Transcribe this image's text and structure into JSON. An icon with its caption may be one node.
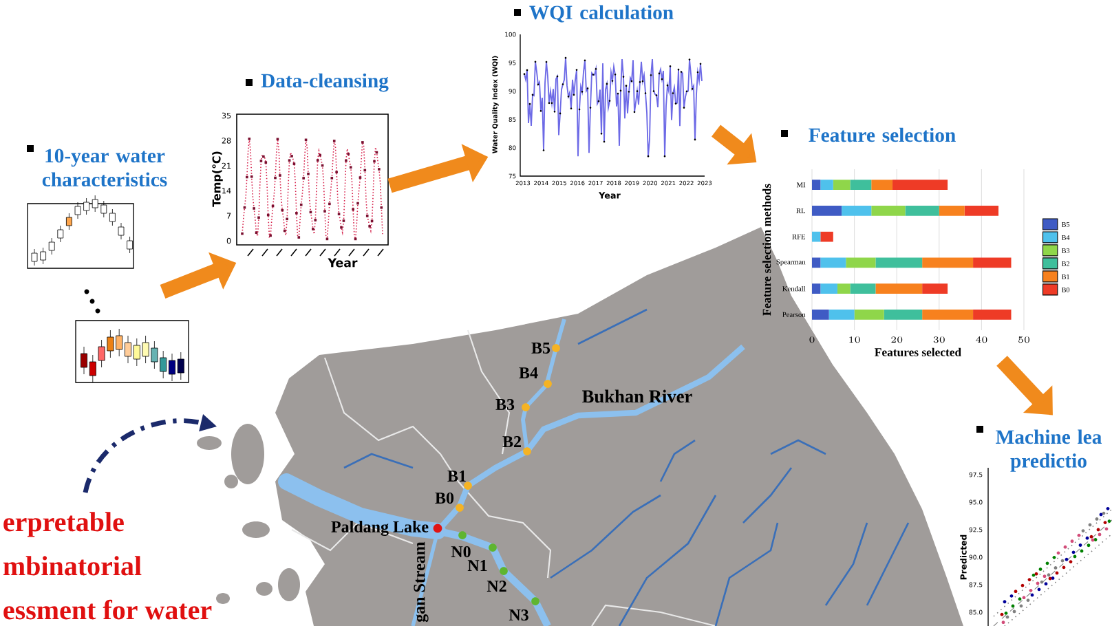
{
  "diagram": {
    "nodes": [
      {
        "text": [
          "10-year water characteristics"
        ]
      },
      {
        "text": [
          "Data-cleansing"
        ]
      },
      {
        "text": [
          "WQI calculation"
        ]
      },
      {
        "text": [
          "Feature selection"
        ]
      },
      {
        "text": [
          "Machine lea predictio"
        ]
      },
      {
        "text": [],
        "shape": "picture"
      }
    ],
    "edges": [
      {
        "from": 0,
        "to": 1,
        "arrow": "to"
      },
      {
        "from": 1,
        "to": 2,
        "arrow": "to"
      },
      {
        "from": 2,
        "to": 3,
        "arrow": "to"
      },
      {
        "from": 3,
        "to": 4,
        "arrow": "to"
      },
      {
        "from": null,
        "to": 5,
        "arrow": "to",
        "style": "dashed",
        "color": "#1b2a6b"
      }
    ],
    "labels": [
      "Temp(℃)",
      "35",
      "28",
      "21",
      "14",
      "7",
      "0",
      "Year",
      "Water Quality Index (WQI)",
      "100",
      "95",
      "90",
      "85",
      "80",
      "75",
      "2013",
      "2014",
      "2015",
      "2016",
      "2017",
      "2018",
      "2019",
      "2020",
      "2021",
      "2022",
      "2023",
      "Year",
      "B5",
      "B4",
      "Bukhan River",
      "B3",
      "B2",
      "B1",
      "B0",
      "Paldang Lake",
      "N0",
      "N1",
      "N2",
      "N3",
      "gan Stream",
      "97.5",
      "95.0",
      "92.5",
      "90.0",
      "87.5",
      "85.0",
      "Predicted",
      "erpretable",
      "mbinatorial",
      "essment for water"
    ],
    "chart_data": {
      "type": "bar",
      "orientation": "horizontal",
      "stacked": true,
      "xlabel": "Features selected",
      "ylabel": "Feature selection methods",
      "categories": [
        "MI",
        "RL",
        "RFE",
        "Spearman",
        "Kendall",
        "Pearson"
      ],
      "xlim": [
        0,
        50
      ],
      "xticks": [
        0,
        10,
        20,
        30,
        40,
        50
      ],
      "grid": true,
      "legend": "right",
      "series": [
        {
          "name": "B5",
          "color": "#3f5bc4",
          "values": [
            2,
            7,
            0,
            2,
            2,
            4
          ]
        },
        {
          "name": "B4",
          "color": "#4fc1ec",
          "values": [
            3,
            7,
            2,
            6,
            4,
            6
          ]
        },
        {
          "name": "B3",
          "color": "#8fd64a",
          "values": [
            4,
            8,
            0,
            7,
            3,
            7
          ]
        },
        {
          "name": "B2",
          "color": "#3fbf9c",
          "values": [
            5,
            8,
            0,
            11,
            6,
            9
          ]
        },
        {
          "name": "B1",
          "color": "#f7811e",
          "values": [
            5,
            6,
            0,
            12,
            11,
            12
          ]
        },
        {
          "name": "B0",
          "color": "#ee3b26",
          "values": [
            13,
            8,
            3,
            9,
            6,
            9
          ]
        }
      ]
    }
  }
}
